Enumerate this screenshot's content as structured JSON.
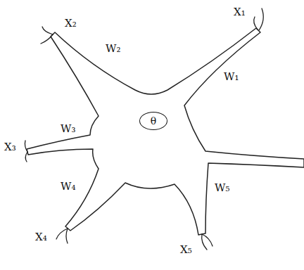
{
  "diagram": {
    "nodes": [
      {
        "text": [
          "θ"
        ]
      }
    ],
    "labels": [
      "X₁",
      "W₁",
      "X₂",
      "W₂",
      "X₃",
      "W₃",
      "X₄",
      "W₄",
      "X₅",
      "W₅"
    ]
  }
}
